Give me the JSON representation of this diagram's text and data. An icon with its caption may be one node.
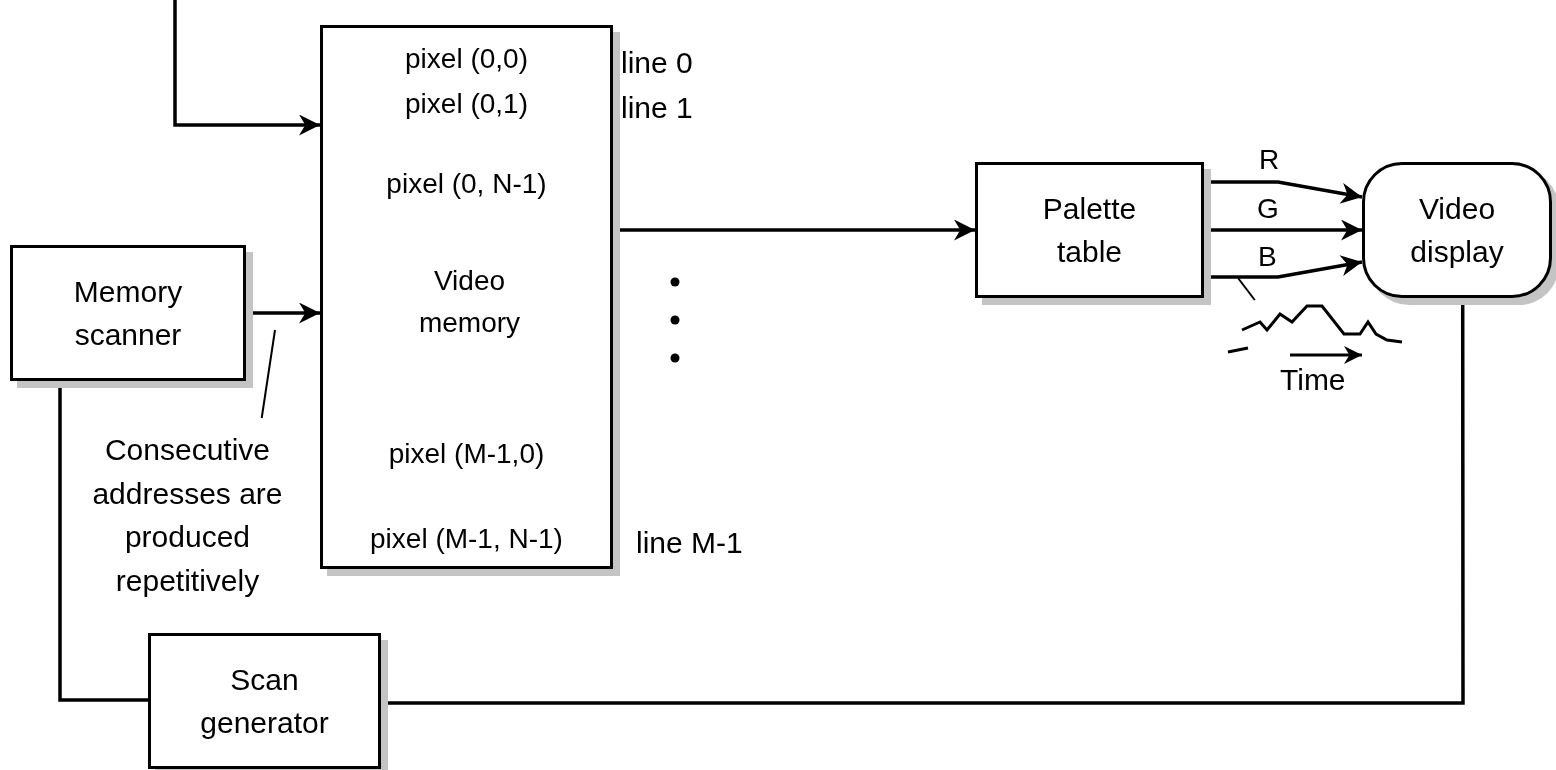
{
  "diagram": {
    "nodes": [
      {
        "text": [
          "pixel (0,0)",
          "pixel (0,1)",
          "pixel (0, N-1)",
          "Video memory",
          "pixel (M-1,0)",
          "pixel (M-1, N-1)"
        ],
        "beside": [
          "line 0",
          "line 1",
          "line M-1"
        ]
      },
      {
        "text": [
          "Memory scanner"
        ]
      },
      {
        "text": [
          "Palette table"
        ]
      },
      {
        "text": [
          "Video display"
        ]
      },
      {
        "text": [
          "Scan generator"
        ]
      },
      {
        "text": [
          "Consecutive addresses are produced repetitively"
        ]
      },
      {
        "text": [],
        "shape": "picture",
        "beside": [
          "Time"
        ]
      }
    ],
    "edges": [
      {
        "from": null,
        "to": 0,
        "arrow": "to"
      },
      {
        "from": 1,
        "to": 0,
        "arrow": "to"
      },
      {
        "from": 0,
        "to": 2,
        "arrow": "to"
      },
      {
        "from": 2,
        "to": 3,
        "arrow": "to",
        "label": "R"
      },
      {
        "from": 2,
        "to": 3,
        "arrow": "to",
        "label": "G"
      },
      {
        "from": 2,
        "to": 3,
        "arrow": "to",
        "label": "B"
      },
      {
        "from": 3,
        "to": 4,
        "arrow": "none"
      },
      {
        "from": 4,
        "to": 1,
        "arrow": "none"
      },
      {
        "from": 5,
        "to": null,
        "arrow": "none"
      },
      {
        "from": 6,
        "to": null,
        "arrow": "none"
      }
    ]
  }
}
